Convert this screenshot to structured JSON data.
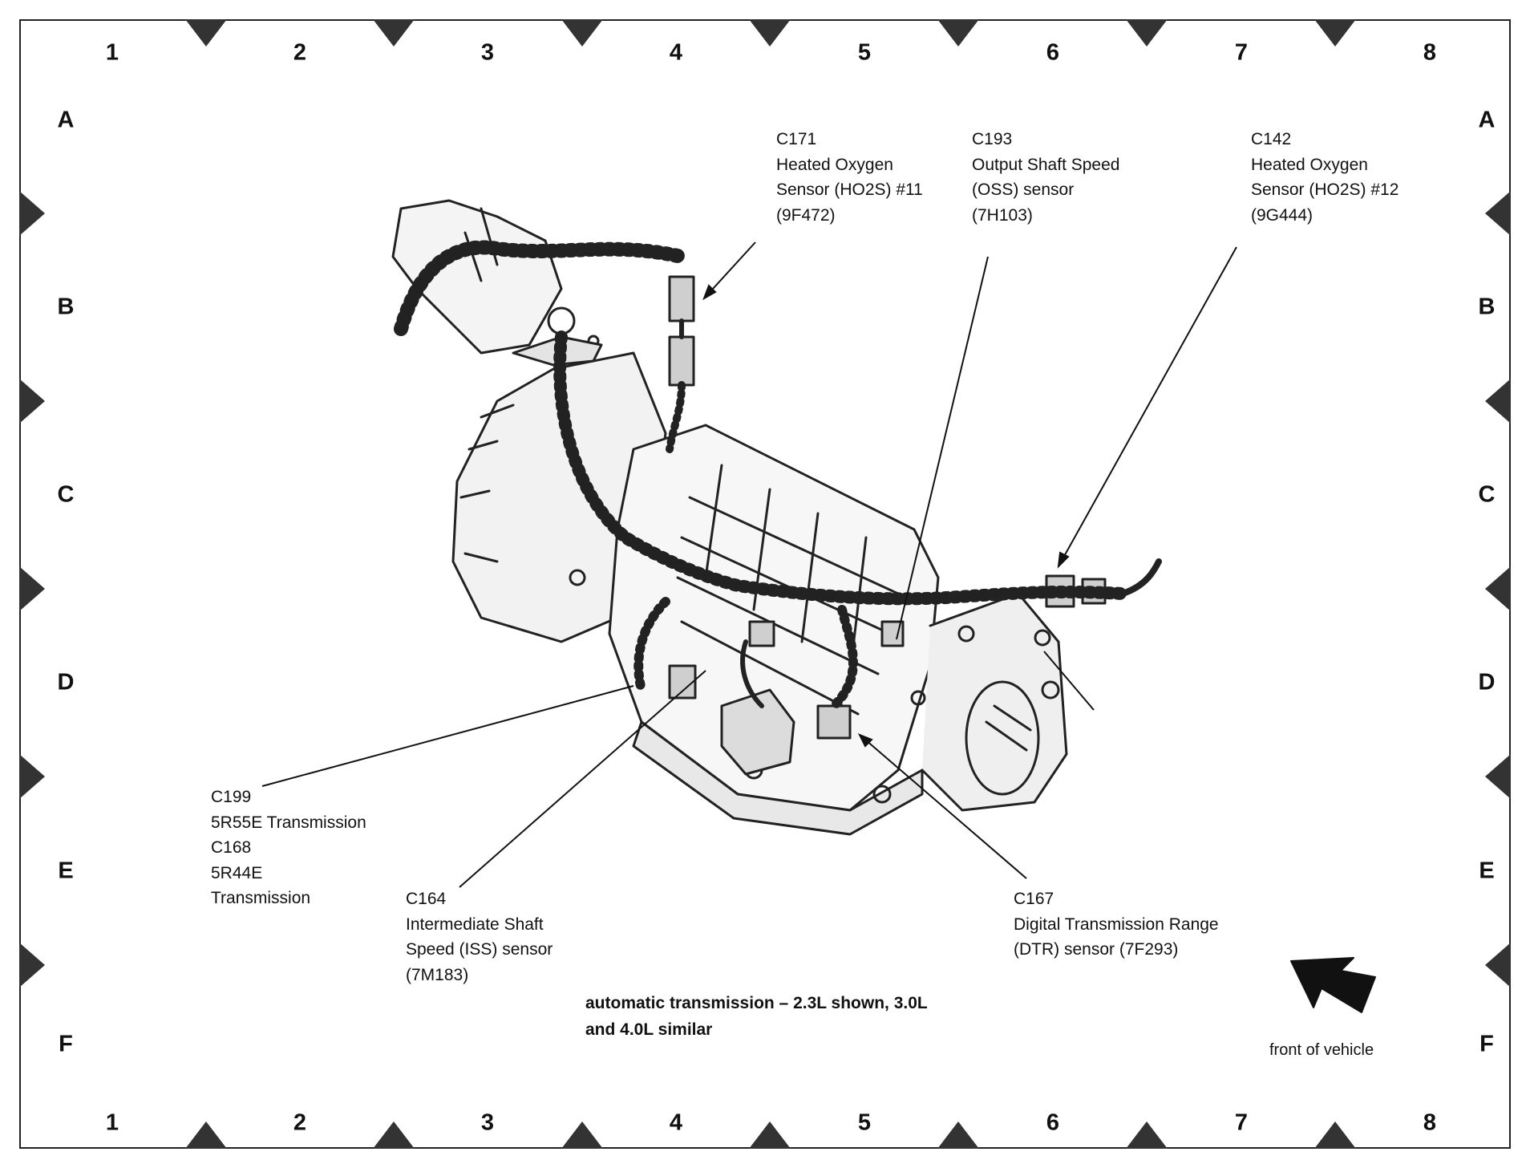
{
  "grid": {
    "columns": [
      "1",
      "2",
      "3",
      "4",
      "5",
      "6",
      "7",
      "8"
    ],
    "rows": [
      "A",
      "B",
      "C",
      "D",
      "E",
      "F"
    ]
  },
  "callouts": {
    "c171": [
      "C171",
      "Heated Oxygen",
      "Sensor (HO2S) #11",
      "(9F472)"
    ],
    "c193": [
      "C193",
      "Output Shaft Speed",
      "(OSS) sensor",
      "(7H103)"
    ],
    "c142": [
      "C142",
      "Heated Oxygen",
      "Sensor (HO2S) #12",
      "(9G444)"
    ],
    "c199": [
      "C199",
      "5R55E Transmission",
      "C168",
      "5R44E",
      "Transmission"
    ],
    "c164": [
      "C164",
      "Intermediate Shaft",
      "Speed (ISS) sensor",
      "(7M183)"
    ],
    "c167": [
      "C167",
      "Digital Transmission Range",
      "(DTR) sensor (7F293)"
    ]
  },
  "caption": [
    "automatic transmission – 2.3L shown, 3.0L",
    "and 4.0L similar"
  ],
  "front_label": "front of vehicle",
  "icons": {
    "front_arrow": "front-arrow-icon"
  }
}
